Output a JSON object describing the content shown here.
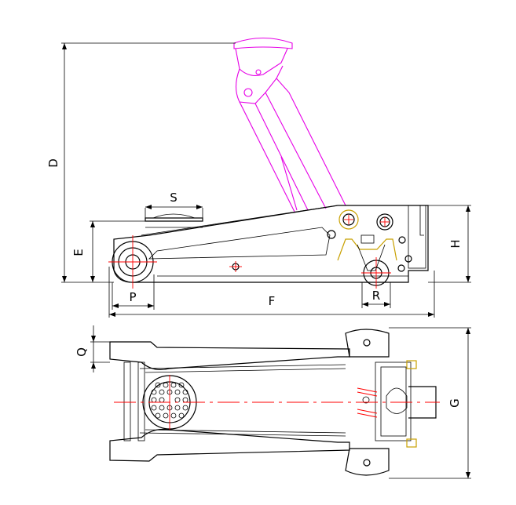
{
  "dimensions": {
    "D": "D",
    "E": "E",
    "S": "S",
    "P": "P",
    "F": "F",
    "R": "R",
    "H": "H",
    "Q": "Q",
    "G": "G"
  },
  "colors": {
    "lines": "#000000",
    "handle": "#e600e6",
    "centerlines": "#ff0000"
  }
}
